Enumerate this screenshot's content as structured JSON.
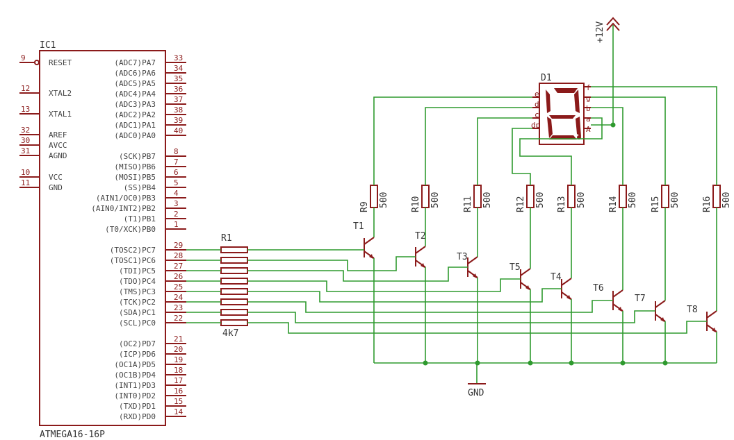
{
  "ic": {
    "name": "IC1",
    "part": "ATMEGA16-16P",
    "left_pins": [
      {
        "num": "9",
        "label": "RESET"
      },
      {
        "num": "12",
        "label": "XTAL2"
      },
      {
        "num": "13",
        "label": "XTAL1"
      },
      {
        "num": "32",
        "label": "AREF"
      },
      {
        "num": "30",
        "label": "AVCC"
      },
      {
        "num": "31",
        "label": "AGND"
      },
      {
        "num": "10",
        "label": "VCC"
      },
      {
        "num": "11",
        "label": "GND"
      }
    ],
    "right_pins": [
      {
        "num": "33",
        "label": "(ADC7)PA7"
      },
      {
        "num": "34",
        "label": "(ADC6)PA6"
      },
      {
        "num": "35",
        "label": "(ADC5)PA5"
      },
      {
        "num": "36",
        "label": "(ADC4)PA4"
      },
      {
        "num": "37",
        "label": "(ADC3)PA3"
      },
      {
        "num": "38",
        "label": "(ADC2)PA2"
      },
      {
        "num": "39",
        "label": "(ADC1)PA1"
      },
      {
        "num": "40",
        "label": "(ADC0)PA0"
      },
      {
        "num": "8",
        "label": "(SCK)PB7"
      },
      {
        "num": "7",
        "label": "(MISO)PB6"
      },
      {
        "num": "6",
        "label": "(MOSI)PB5"
      },
      {
        "num": "5",
        "label": "(SS)PB4"
      },
      {
        "num": "4",
        "label": "(AIN1/OC0)PB3"
      },
      {
        "num": "3",
        "label": "(AIN0/INT2)PB2"
      },
      {
        "num": "2",
        "label": "(T1)PB1"
      },
      {
        "num": "1",
        "label": "(T0/XCK)PB0"
      },
      {
        "num": "29",
        "label": "(TOSC2)PC7"
      },
      {
        "num": "28",
        "label": "(TOSC1)PC6"
      },
      {
        "num": "27",
        "label": "(TDI)PC5"
      },
      {
        "num": "26",
        "label": "(TDO)PC4"
      },
      {
        "num": "25",
        "label": "(TMS)PC3"
      },
      {
        "num": "24",
        "label": "(TCK)PC2"
      },
      {
        "num": "23",
        "label": "(SDA)PC1"
      },
      {
        "num": "22",
        "label": "(SCL)PC0"
      },
      {
        "num": "21",
        "label": "(OC2)PD7"
      },
      {
        "num": "20",
        "label": "(ICP)PD6"
      },
      {
        "num": "19",
        "label": "(OC1A)PD5"
      },
      {
        "num": "18",
        "label": "(OC1B)PD4"
      },
      {
        "num": "17",
        "label": "(INT1)PD3"
      },
      {
        "num": "16",
        "label": "(INT0)PD2"
      },
      {
        "num": "15",
        "label": "(TXD)PD1"
      },
      {
        "num": "14",
        "label": "(RXD)PD0"
      }
    ]
  },
  "resistor_network": {
    "name": "R1",
    "value": "4k7"
  },
  "display": {
    "name": "D1",
    "pins_left": [
      "e",
      "d",
      "c",
      "dp"
    ],
    "pins_right": [
      "f",
      "g",
      "b",
      "a",
      "A"
    ]
  },
  "power": {
    "label": "+12V"
  },
  "ground": {
    "label": "GND"
  },
  "resistors": [
    {
      "name": "R9",
      "value": "500"
    },
    {
      "name": "R10",
      "value": "500"
    },
    {
      "name": "R11",
      "value": "500"
    },
    {
      "name": "R12",
      "value": "500"
    },
    {
      "name": "R13",
      "value": "500"
    },
    {
      "name": "R14",
      "value": "500"
    },
    {
      "name": "R15",
      "value": "500"
    },
    {
      "name": "R16",
      "value": "500"
    }
  ],
  "transistors": [
    "T1",
    "T2",
    "T3",
    "T5",
    "T4",
    "T6",
    "T7",
    "T8"
  ]
}
